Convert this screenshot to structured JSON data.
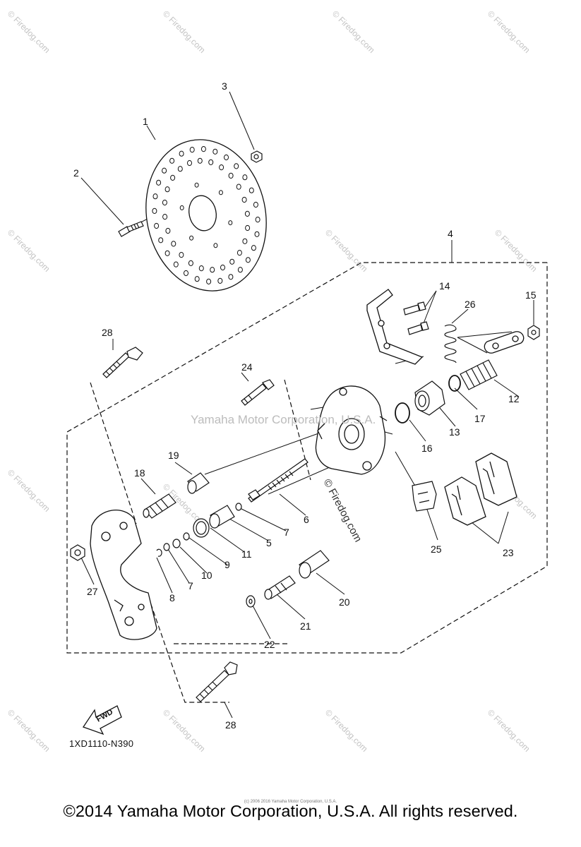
{
  "callouts": [
    {
      "id": "1",
      "text": "1"
    },
    {
      "id": "2",
      "text": "2"
    },
    {
      "id": "3",
      "text": "3"
    },
    {
      "id": "4",
      "text": "4"
    },
    {
      "id": "5",
      "text": "5"
    },
    {
      "id": "6",
      "text": "6"
    },
    {
      "id": "7a",
      "text": "7"
    },
    {
      "id": "7b",
      "text": "7"
    },
    {
      "id": "8",
      "text": "8"
    },
    {
      "id": "9",
      "text": "9"
    },
    {
      "id": "10",
      "text": "10"
    },
    {
      "id": "11",
      "text": "11"
    },
    {
      "id": "12",
      "text": "12"
    },
    {
      "id": "13",
      "text": "13"
    },
    {
      "id": "14",
      "text": "14"
    },
    {
      "id": "15",
      "text": "15"
    },
    {
      "id": "16",
      "text": "16"
    },
    {
      "id": "17",
      "text": "17"
    },
    {
      "id": "18",
      "text": "18"
    },
    {
      "id": "19",
      "text": "19"
    },
    {
      "id": "20",
      "text": "20"
    },
    {
      "id": "21",
      "text": "21"
    },
    {
      "id": "22",
      "text": "22"
    },
    {
      "id": "23",
      "text": "23"
    },
    {
      "id": "24",
      "text": "24"
    },
    {
      "id": "25",
      "text": "25"
    },
    {
      "id": "26",
      "text": "26"
    },
    {
      "id": "27",
      "text": "27"
    },
    {
      "id": "28a",
      "text": "28"
    },
    {
      "id": "28b",
      "text": "28"
    }
  ],
  "fwd_label": "FWD",
  "drawing_code": "1XD1110-N390",
  "watermark_center": "Yamaha Motor Corporation, U.S.A.",
  "watermark_firedog": "© Firedog.com",
  "watermark_tile": "© Firedog.com",
  "small_copyright": "(c) 2006 2016 Yamaha Motor Corporation, U.S.A.",
  "copyright": "©2014 Yamaha Motor Corporation, U.S.A. All rights reserved.",
  "colors": {
    "line": "#111111",
    "watermark": "#c4c4c4",
    "background": "#ffffff"
  }
}
